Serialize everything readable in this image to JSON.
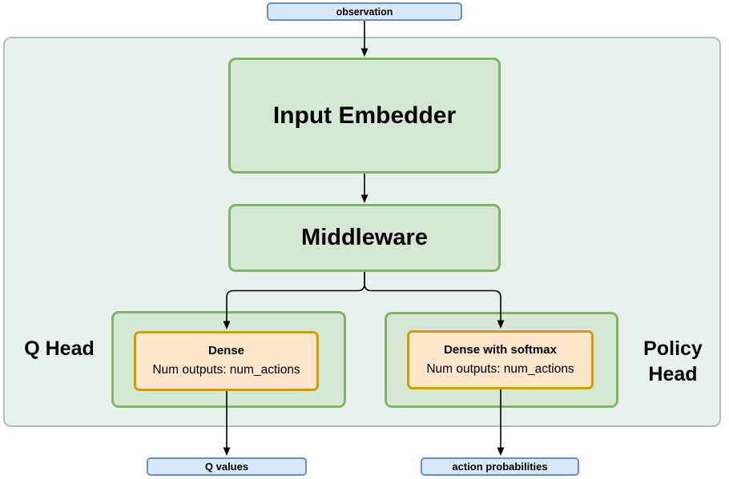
{
  "diagram": {
    "title_semantic": "RL network architecture diagram",
    "observation": "observation",
    "input_embedder": "Input Embedder",
    "middleware": "Middleware",
    "q_head": {
      "label": "Q Head",
      "dense": {
        "title": "Dense",
        "subtitle": "Num outputs: num_actions"
      },
      "output": "Q values"
    },
    "policy_head": {
      "label": "Policy Head",
      "dense": {
        "title": "Dense with softmax",
        "subtitle": "Num outputs: num_actions"
      },
      "output": "action probabilities"
    }
  },
  "colors": {
    "container_fill": "#e9f1ee",
    "container_border": "#b4bcba",
    "green_fill": "#d5e8d4",
    "green_border": "#82b366",
    "orange_fill": "#ffe6cc",
    "orange_border": "#d79b00",
    "blue_fill": "#dae8fc",
    "blue_border": "#6c8ebf",
    "edge_stroke": "#000000",
    "text": "#000000"
  }
}
